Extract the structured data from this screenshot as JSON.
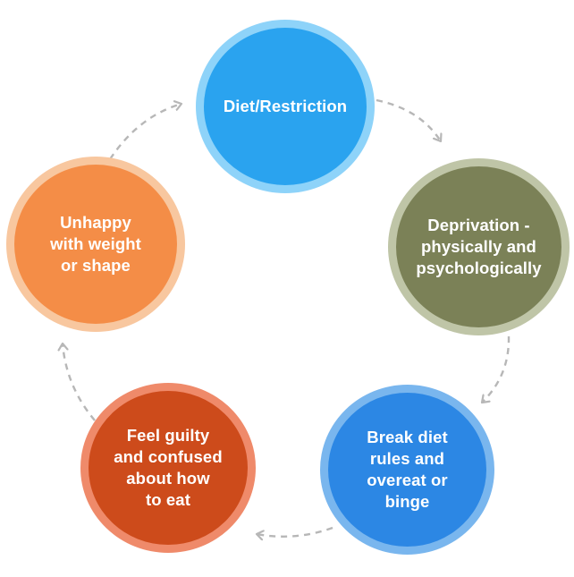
{
  "diagram": {
    "nodes": [
      {
        "id": "diet-restriction",
        "label": "Diet/Restriction",
        "color": "#2aa3ef",
        "ring_color": "#8ed3f9"
      },
      {
        "id": "deprivation",
        "label": "Deprivation -\nphysically and\npsychologically",
        "color": "#7b8157",
        "ring_color": "#bfc5a7"
      },
      {
        "id": "break-diet",
        "label": "Break diet\nrules and\novereat or\nbinge",
        "color": "#2c87e4",
        "ring_color": "#79b6ee"
      },
      {
        "id": "feel-guilty",
        "label": "Feel guilty\nand confused\nabout how\nto eat",
        "color": "#cd4b1b",
        "ring_color": "#ef8a6a"
      },
      {
        "id": "unhappy",
        "label": "Unhappy\nwith weight\nor shape",
        "color": "#f48d47",
        "ring_color": "#f8c79f"
      }
    ],
    "edges": [
      {
        "from": "diet-restriction",
        "to": "deprivation",
        "style": "dashed"
      },
      {
        "from": "deprivation",
        "to": "break-diet",
        "style": "dashed"
      },
      {
        "from": "break-diet",
        "to": "feel-guilty",
        "style": "dashed"
      },
      {
        "from": "feel-guilty",
        "to": "unhappy",
        "style": "dashed"
      },
      {
        "from": "unhappy",
        "to": "diet-restriction",
        "style": "dashed"
      }
    ],
    "arrow_color": "#b7b7b7"
  }
}
